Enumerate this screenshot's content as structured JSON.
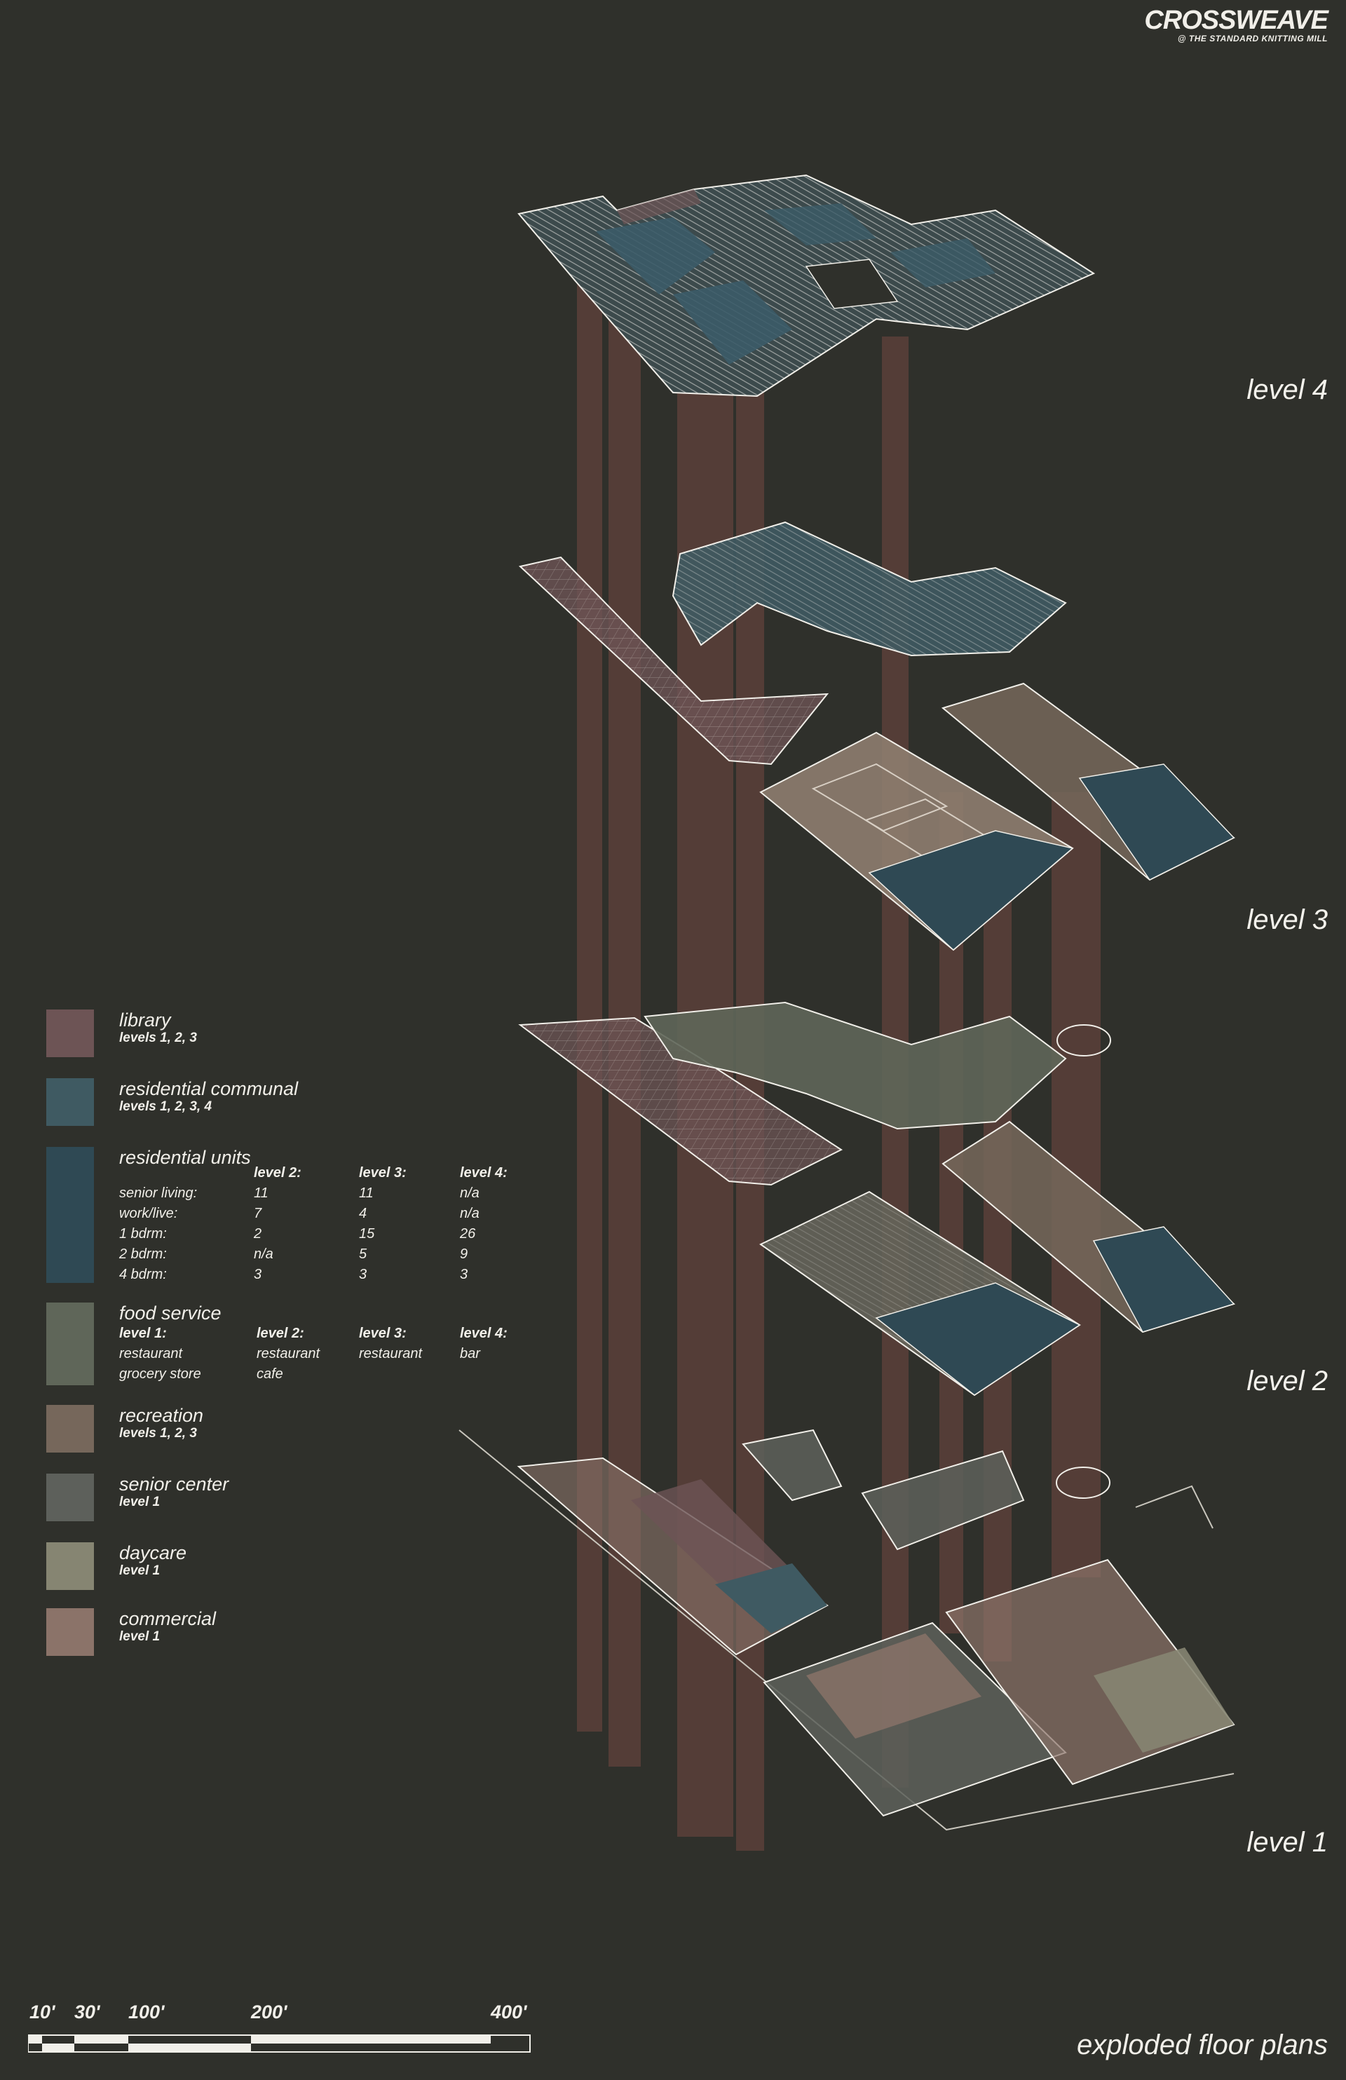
{
  "brand": {
    "title": "CROSSWEAVE",
    "subtitle": "@ THE STANDARD KNITTING MILL"
  },
  "levels": [
    "level 4",
    "level 3",
    "level 2",
    "level 1"
  ],
  "colors": {
    "background": "#2f302b",
    "library": "#6d5455",
    "residential_communal": "#3f5a62",
    "residential_units": "#2f4954",
    "food_service": "#5f6659",
    "recreation": "#76675b",
    "senior_center": "#5d605b",
    "daycare": "#868572",
    "commercial": "#8b7369",
    "core": "#5a403a"
  },
  "legend": {
    "library": {
      "title": "library",
      "levels": "levels 1, 2, 3"
    },
    "residential_communal": {
      "title": "residential communal",
      "levels": "levels 1, 2, 3, 4"
    },
    "residential_units": {
      "title": "residential units",
      "headers": [
        "level 2:",
        "level 3:",
        "level 4:"
      ],
      "rows": [
        {
          "label": "senior living:",
          "values": [
            "11",
            "11",
            "n/a"
          ]
        },
        {
          "label": "work/live:",
          "values": [
            "7",
            "4",
            "n/a"
          ]
        },
        {
          "label": "1 bdrm:",
          "values": [
            "2",
            "15",
            "26"
          ]
        },
        {
          "label": "2 bdrm:",
          "values": [
            "n/a",
            "5",
            "9"
          ]
        },
        {
          "label": "4 bdrm:",
          "values": [
            "3",
            "3",
            "3"
          ]
        }
      ]
    },
    "food_service": {
      "title": "food service",
      "columns": [
        {
          "header": "level 1:",
          "items": [
            "restaurant",
            "grocery store"
          ]
        },
        {
          "header": "level 2:",
          "items": [
            "restaurant",
            "cafe"
          ]
        },
        {
          "header": "level 3:",
          "items": [
            "restaurant"
          ]
        },
        {
          "header": "level 4:",
          "items": [
            "bar"
          ]
        }
      ]
    },
    "recreation": {
      "title": "recreation",
      "levels": "levels 1, 2, 3"
    },
    "senior_center": {
      "title": "senior center",
      "levels": "level 1"
    },
    "daycare": {
      "title": "daycare",
      "levels": "level 1"
    },
    "commercial": {
      "title": "commercial",
      "levels": "level 1"
    }
  },
  "scale_bar": {
    "labels": [
      "10'",
      "30'",
      "100'",
      "200'",
      "400'"
    ]
  },
  "caption": "exploded floor plans"
}
